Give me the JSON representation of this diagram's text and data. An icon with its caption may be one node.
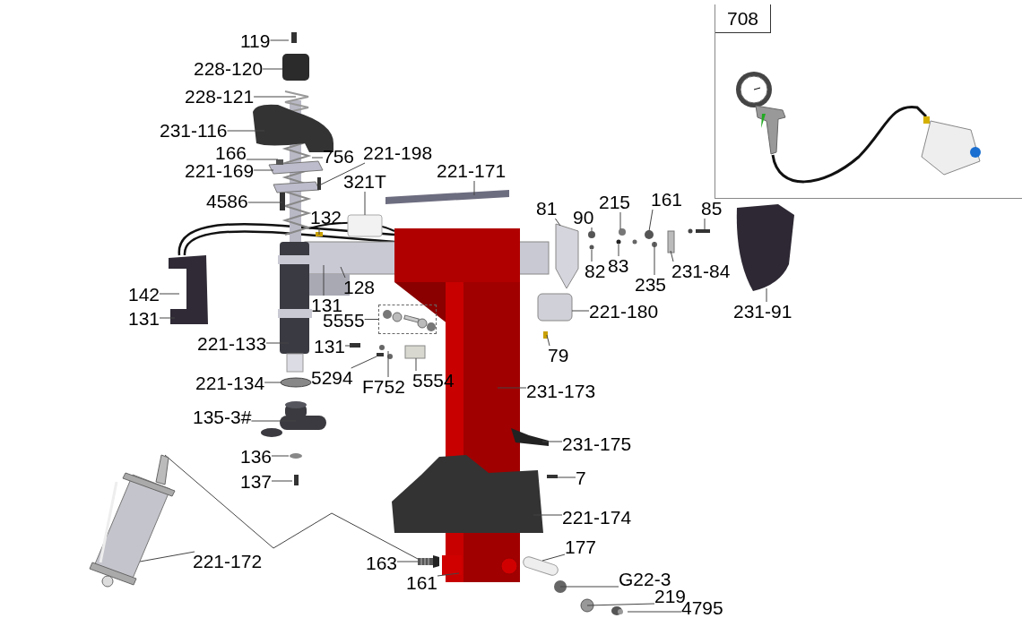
{
  "diagram": {
    "nodes": [
      {
        "text": [
          "708"
        ]
      },
      {
        "text": [
          "119"
        ]
      },
      {
        "text": [
          "228-120"
        ]
      },
      {
        "text": [
          "228-121"
        ]
      },
      {
        "text": [
          "231-116"
        ]
      },
      {
        "text": [
          "166"
        ]
      },
      {
        "text": [
          "221-169"
        ]
      },
      {
        "text": [
          "756"
        ]
      },
      {
        "text": [
          "221-198"
        ]
      },
      {
        "text": [
          "221-171"
        ]
      },
      {
        "text": [
          "4586"
        ]
      },
      {
        "text": [
          "132"
        ]
      },
      {
        "text": [
          "321T"
        ]
      },
      {
        "text": [
          "142"
        ]
      },
      {
        "text": [
          "131"
        ]
      },
      {
        "text": [
          "131"
        ]
      },
      {
        "text": [
          "128"
        ]
      },
      {
        "text": [
          "5555"
        ]
      },
      {
        "text": [
          "221-133"
        ]
      },
      {
        "text": [
          "131"
        ]
      },
      {
        "text": [
          "5294"
        ]
      },
      {
        "text": [
          "F752"
        ]
      },
      {
        "text": [
          "5554"
        ]
      },
      {
        "text": [
          "221-134"
        ]
      },
      {
        "text": [
          "135-3#"
        ]
      },
      {
        "text": [
          "136"
        ]
      },
      {
        "text": [
          "137"
        ]
      },
      {
        "text": [
          "221-172"
        ]
      },
      {
        "text": [
          "163"
        ]
      },
      {
        "text": [
          "161"
        ]
      },
      {
        "text": [
          "177"
        ]
      },
      {
        "text": [
          "G22-3"
        ]
      },
      {
        "text": [
          "219"
        ]
      },
      {
        "text": [
          "4795"
        ]
      },
      {
        "text": [
          "7"
        ]
      },
      {
        "text": [
          "221-174"
        ]
      },
      {
        "text": [
          "231-175"
        ]
      },
      {
        "text": [
          "231-173"
        ]
      },
      {
        "text": [
          "79"
        ]
      },
      {
        "text": [
          "221-180"
        ]
      },
      {
        "text": [
          "81"
        ]
      },
      {
        "text": [
          "90"
        ]
      },
      {
        "text": [
          "215"
        ]
      },
      {
        "text": [
          "161"
        ]
      },
      {
        "text": [
          "82"
        ]
      },
      {
        "text": [
          "83"
        ]
      },
      {
        "text": [
          "235"
        ]
      },
      {
        "text": [
          "85"
        ]
      },
      {
        "text": [
          "231-84"
        ]
      },
      {
        "text": [
          "231-91"
        ]
      },
      {
        "text": [],
        "shape": "box"
      },
      {
        "text": [],
        "shape": "picture"
      },
      {
        "text": [],
        "shape": "picture"
      }
    ],
    "edges": [
      {
        "from": 1,
        "to": null,
        "arrow": "none"
      },
      {
        "from": 2,
        "to": null,
        "arrow": "none"
      },
      {
        "from": 3,
        "to": null,
        "arrow": "none"
      },
      {
        "from": 4,
        "to": null,
        "arrow": "none"
      },
      {
        "from": 5,
        "to": null,
        "arrow": "none"
      },
      {
        "from": 6,
        "to": null,
        "arrow": "none"
      },
      {
        "from": 7,
        "to": null,
        "arrow": "none"
      },
      {
        "from": 8,
        "to": null,
        "arrow": "none"
      },
      {
        "from": 9,
        "to": null,
        "arrow": "none"
      },
      {
        "from": 10,
        "to": null,
        "arrow": "none"
      },
      {
        "from": 11,
        "to": null,
        "arrow": "none"
      },
      {
        "from": 12,
        "to": null,
        "arrow": "none"
      },
      {
        "from": 13,
        "to": null,
        "arrow": "none"
      },
      {
        "from": 14,
        "to": null,
        "arrow": "none"
      },
      {
        "from": 15,
        "to": null,
        "arrow": "none"
      },
      {
        "from": 16,
        "to": null,
        "arrow": "none"
      },
      {
        "from": 17,
        "to": 50,
        "arrow": "none"
      },
      {
        "from": 18,
        "to": null,
        "arrow": "none"
      },
      {
        "from": 19,
        "to": null,
        "arrow": "none"
      },
      {
        "from": 20,
        "to": null,
        "arrow": "none"
      },
      {
        "from": 21,
        "to": null,
        "arrow": "none"
      },
      {
        "from": 22,
        "to": null,
        "arrow": "none"
      },
      {
        "from": 23,
        "to": null,
        "arrow": "none"
      },
      {
        "from": 24,
        "to": null,
        "arrow": "none"
      },
      {
        "from": 25,
        "to": null,
        "arrow": "none"
      },
      {
        "from": 26,
        "to": null,
        "arrow": "none"
      },
      {
        "from": 27,
        "to": 51,
        "arrow": "none"
      },
      {
        "from": 28,
        "to": 52,
        "arrow": "none"
      },
      {
        "from": 29,
        "to": null,
        "arrow": "none"
      },
      {
        "from": 30,
        "to": null,
        "arrow": "none"
      },
      {
        "from": 31,
        "to": null,
        "arrow": "none"
      },
      {
        "from": 32,
        "to": null,
        "arrow": "none"
      },
      {
        "from": 33,
        "to": null,
        "arrow": "none"
      },
      {
        "from": 34,
        "to": null,
        "arrow": "none"
      },
      {
        "from": 35,
        "to": null,
        "arrow": "none"
      },
      {
        "from": 36,
        "to": null,
        "arrow": "none"
      },
      {
        "from": 37,
        "to": null,
        "arrow": "none"
      },
      {
        "from": 38,
        "to": null,
        "arrow": "none"
      },
      {
        "from": 39,
        "to": null,
        "arrow": "none"
      },
      {
        "from": 40,
        "to": null,
        "arrow": "none"
      },
      {
        "from": 41,
        "to": null,
        "arrow": "none"
      },
      {
        "from": 42,
        "to": null,
        "arrow": "none"
      },
      {
        "from": 43,
        "to": null,
        "arrow": "none"
      },
      {
        "from": 44,
        "to": null,
        "arrow": "none"
      },
      {
        "from": 45,
        "to": null,
        "arrow": "none"
      },
      {
        "from": 46,
        "to": null,
        "arrow": "none"
      },
      {
        "from": 47,
        "to": null,
        "arrow": "none"
      },
      {
        "from": 48,
        "to": null,
        "arrow": "none"
      },
      {
        "from": 49,
        "to": null,
        "arrow": "none"
      },
      {
        "from": 51,
        "to": 52,
        "arrow": "none"
      }
    ]
  }
}
